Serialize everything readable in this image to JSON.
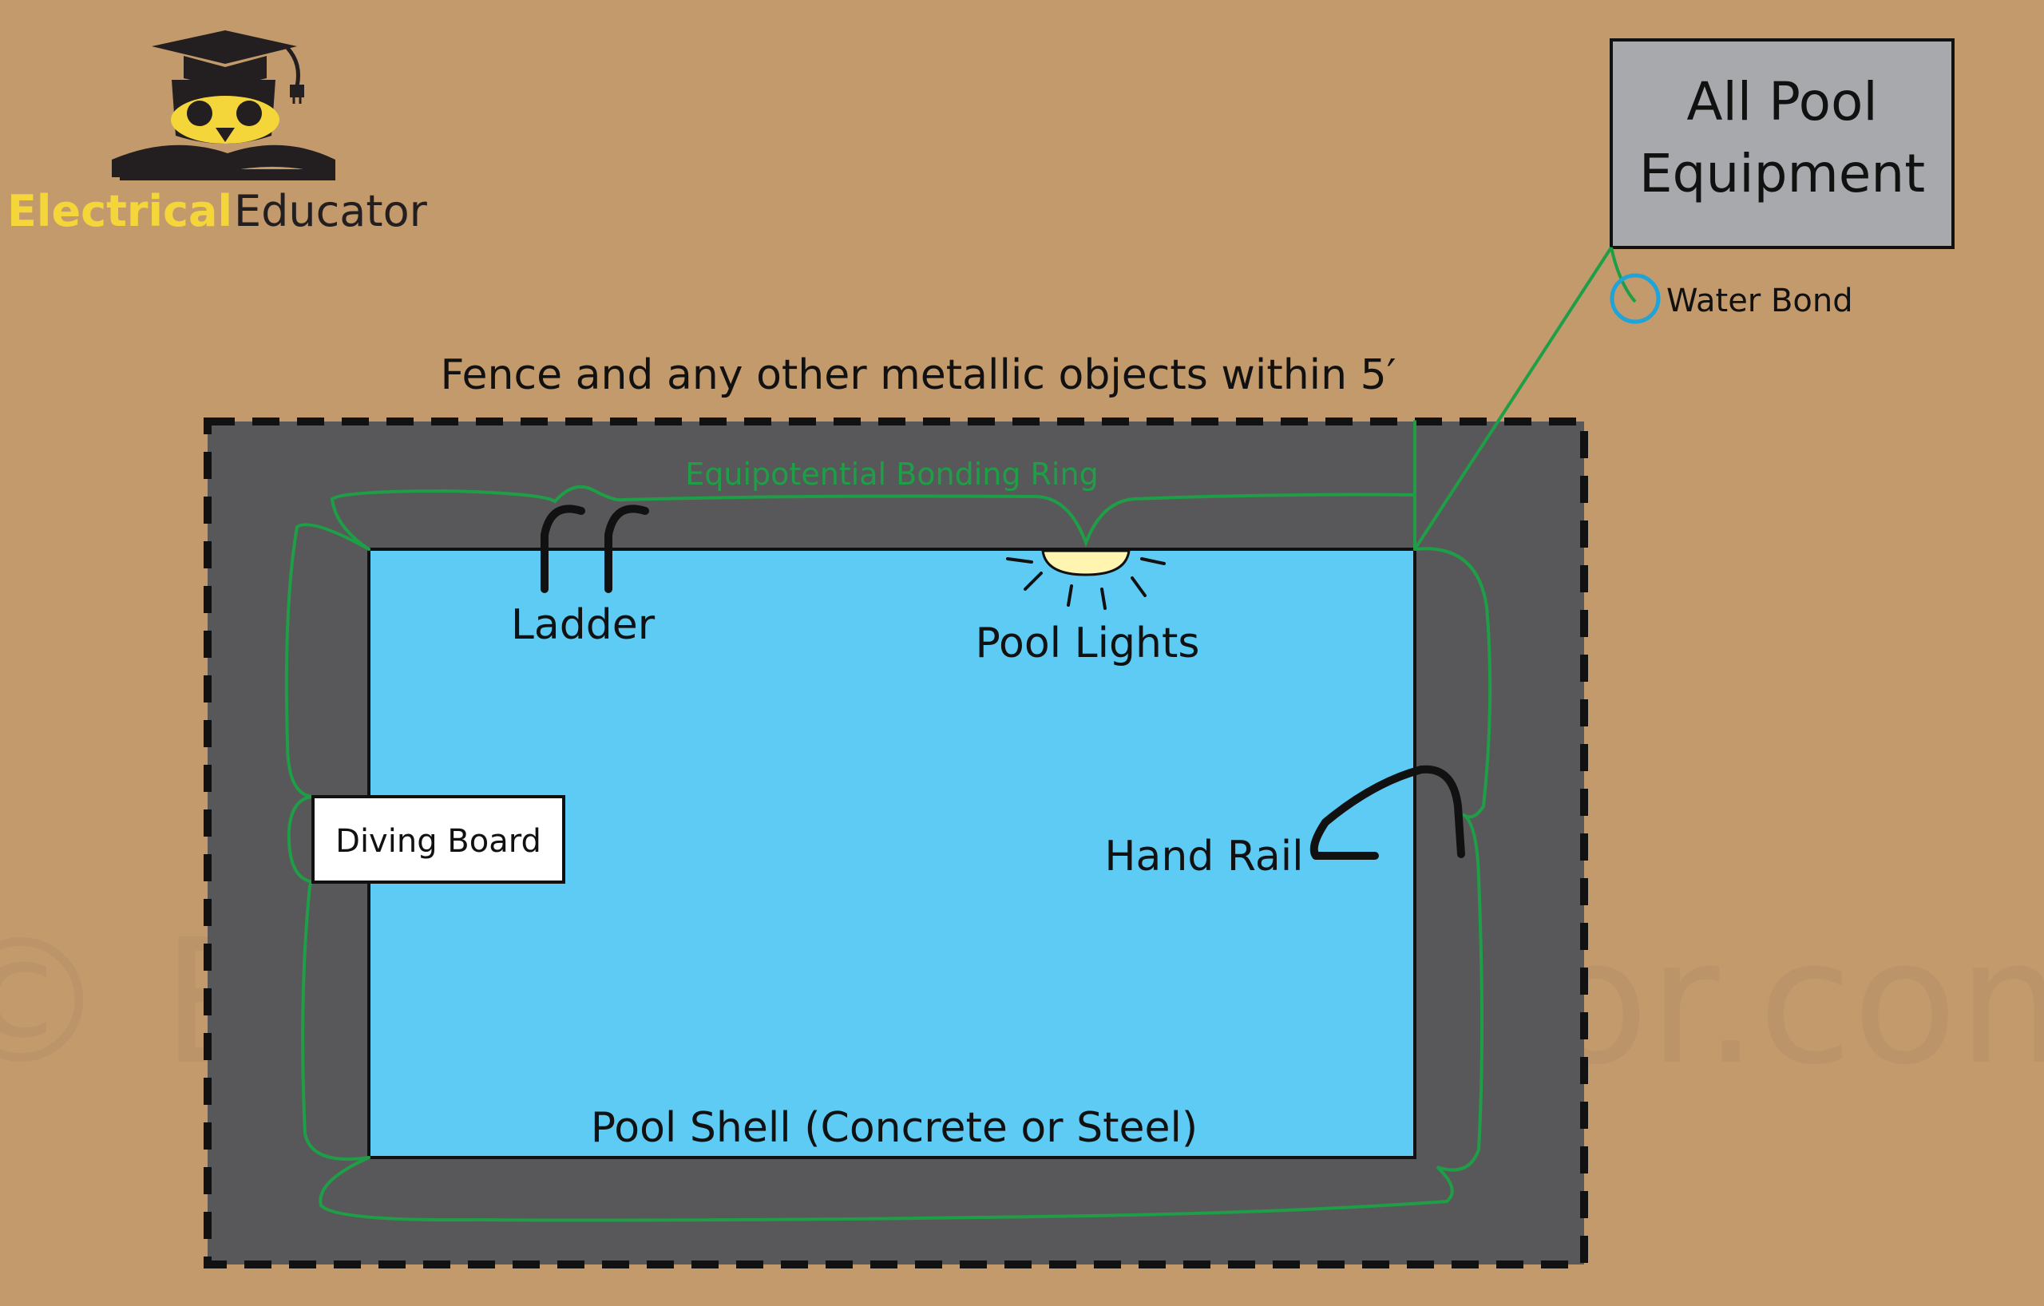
{
  "logo": {
    "brand_bold": "Electrical",
    "brand_light": "Educator"
  },
  "watermark": "© ElectricalEducator.com",
  "fence_label": "Fence and any other metallic objects within 5′",
  "bonding_ring_label": "Equipotential Bonding Ring",
  "equipment_box": {
    "line1": "All Pool",
    "line2": "Equipment"
  },
  "water_bond_label": "Water Bond",
  "ladder_label": "Ladder",
  "pool_lights_label": "Pool Lights",
  "diving_board_label": "Diving Board",
  "hand_rail_label": "Hand Rail",
  "pool_shell_label": "Pool Shell (Concrete or Steel)",
  "colors": {
    "background": "#c39a6b",
    "deck": "#58585a",
    "water": "#5ecbf5",
    "bonding_wire": "#1e9e46",
    "water_bond_ring": "#1fa3d8",
    "equipment_box": "#a7a9ac",
    "brand_yellow": "#f4d63a"
  }
}
